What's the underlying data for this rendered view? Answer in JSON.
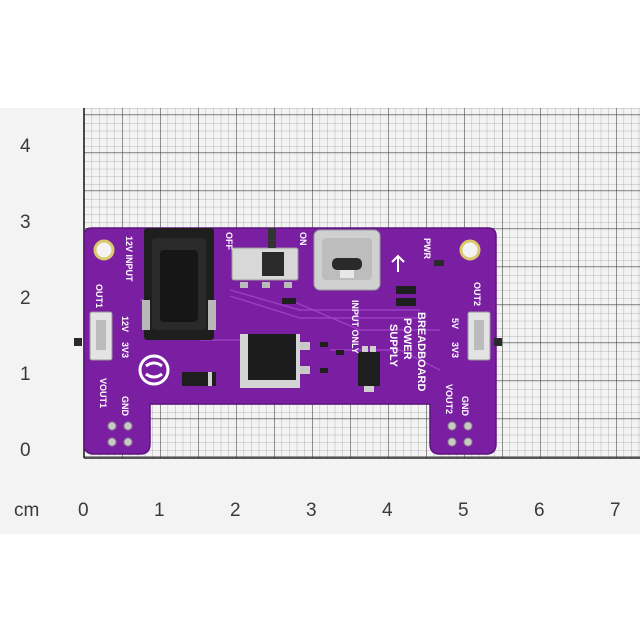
{
  "ruler": {
    "unit_label": "cm",
    "x_ticks": [
      "0",
      "1",
      "2",
      "3",
      "4",
      "5",
      "6",
      "7"
    ],
    "y_ticks": [
      "4",
      "3",
      "2",
      "1",
      "0"
    ]
  },
  "board": {
    "colors": {
      "pcb": "#7b1fa2",
      "pcb_edge": "#5e157e",
      "silkscreen": "#ffffff",
      "pad": "#c9c9c9",
      "grid_paper": "#f2f2f2",
      "grid_line": "#5a5a5a"
    },
    "labels": {
      "input_12v": "12V INPUT",
      "switch_off": "OFF",
      "switch_on": "ON",
      "input_only": "INPUT ONLY",
      "pwr": "PWR",
      "out1": "OUT1",
      "out1_12v": "12V",
      "out1_3v3": "3V3",
      "out2": "OUT2",
      "out2_5v": "5V",
      "out2_3v3": "3V3",
      "title_line1": "BREADBOARD",
      "title_line2": "POWER",
      "title_line3": "SUPPLY",
      "vout1": "VOUT1",
      "gnd1": "GND",
      "vout2": "VOUT2",
      "gnd2": "GND"
    }
  }
}
